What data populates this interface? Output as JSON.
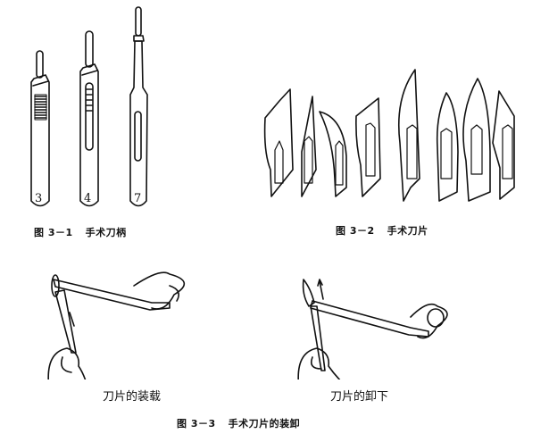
{
  "figures": [
    {
      "id": "3-1",
      "label": "图 3－1",
      "title": "手术刀柄",
      "handles": [
        {
          "number": "3"
        },
        {
          "number": "4"
        },
        {
          "number": "7"
        }
      ]
    },
    {
      "id": "3-2",
      "label": "图 3－2",
      "title": "手术刀片",
      "blade_count": 8
    },
    {
      "id": "3-3",
      "label": "图 3－3",
      "title": "手术刀片的装卸",
      "panels": [
        {
          "caption": "刀片的装载"
        },
        {
          "caption": "刀片的卸下"
        }
      ]
    }
  ]
}
